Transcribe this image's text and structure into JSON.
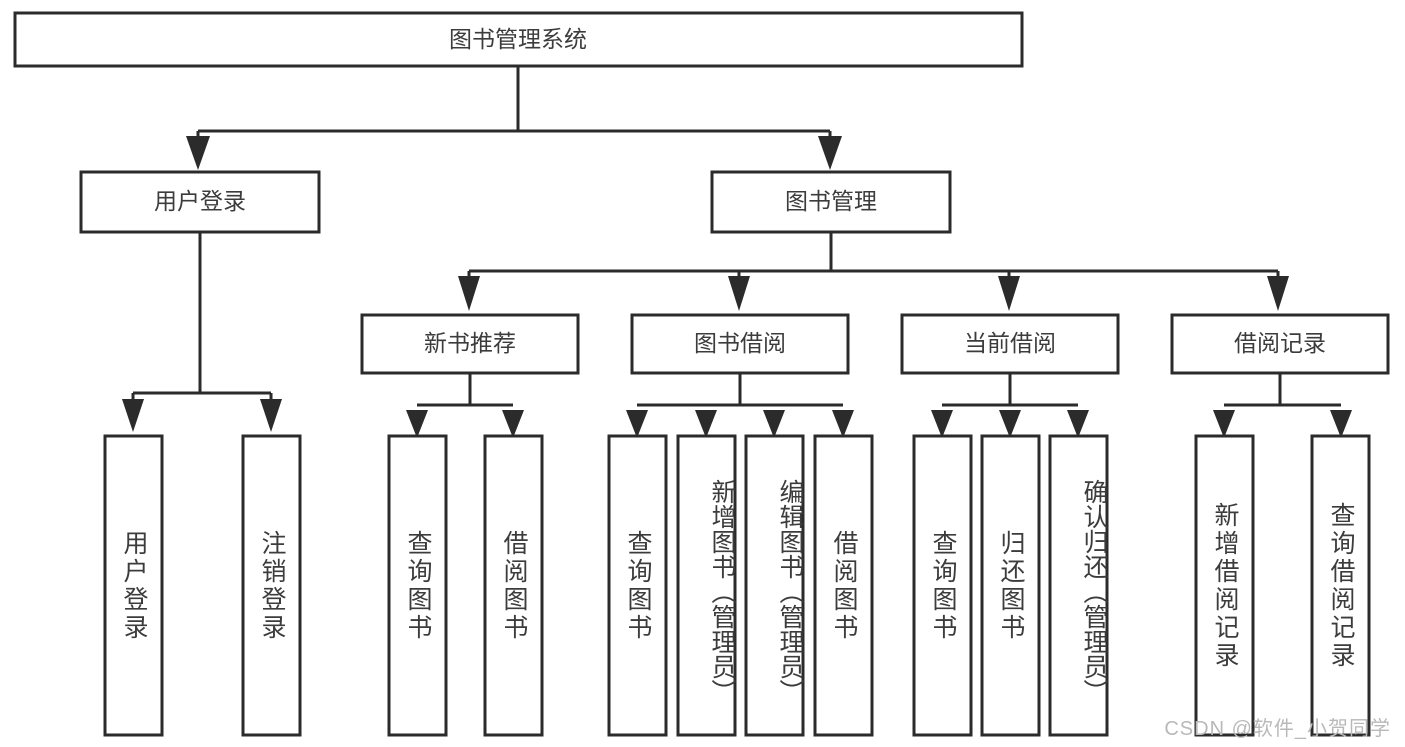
{
  "diagram": {
    "title": "图书管理系统",
    "type": "tree-hierarchy-functional-structure",
    "watermark": "CSDN @软件_小贺同学",
    "colors": {
      "box_stroke": "#2b2b2b",
      "box_fill": "#ffffff",
      "text": "#3c3c3c",
      "connector": "#2b2b2b",
      "background": "#ffffff",
      "watermark": "#b9b9b9"
    },
    "root": {
      "label": "图书管理系统"
    },
    "level2": [
      {
        "id": "user-login",
        "label": "用户登录"
      },
      {
        "id": "book-management",
        "label": "图书管理"
      }
    ],
    "level3": [
      {
        "id": "new-book-recommend",
        "label": "新书推荐"
      },
      {
        "id": "book-borrow",
        "label": "图书借阅"
      },
      {
        "id": "current-borrow",
        "label": "当前借阅"
      },
      {
        "id": "borrow-record",
        "label": "借阅记录"
      }
    ],
    "leaves": {
      "user-login": [
        {
          "id": "leaf-user-login",
          "label": "用户登录"
        },
        {
          "id": "leaf-logout-login",
          "label": "注销登录"
        }
      ],
      "new-book-recommend": [
        {
          "id": "leaf-query-book-1",
          "label": "查询图书"
        },
        {
          "id": "leaf-borrow-book-1",
          "label": "借阅图书"
        }
      ],
      "book-borrow": [
        {
          "id": "leaf-query-book-2",
          "label": "查询图书"
        },
        {
          "id": "leaf-add-book",
          "label": "新增图书（管理员）"
        },
        {
          "id": "leaf-edit-book",
          "label": "编辑图书（管理员）"
        },
        {
          "id": "leaf-borrow-book-2",
          "label": "借阅图书"
        }
      ],
      "current-borrow": [
        {
          "id": "leaf-query-book-3",
          "label": "查询图书"
        },
        {
          "id": "leaf-return-book",
          "label": "归还图书"
        },
        {
          "id": "leaf-confirm-return",
          "label": "确认归还（管理员）"
        }
      ],
      "borrow-record": [
        {
          "id": "leaf-add-record",
          "label": "新增借阅记录"
        },
        {
          "id": "leaf-query-record",
          "label": "查询借阅记录"
        }
      ]
    }
  }
}
